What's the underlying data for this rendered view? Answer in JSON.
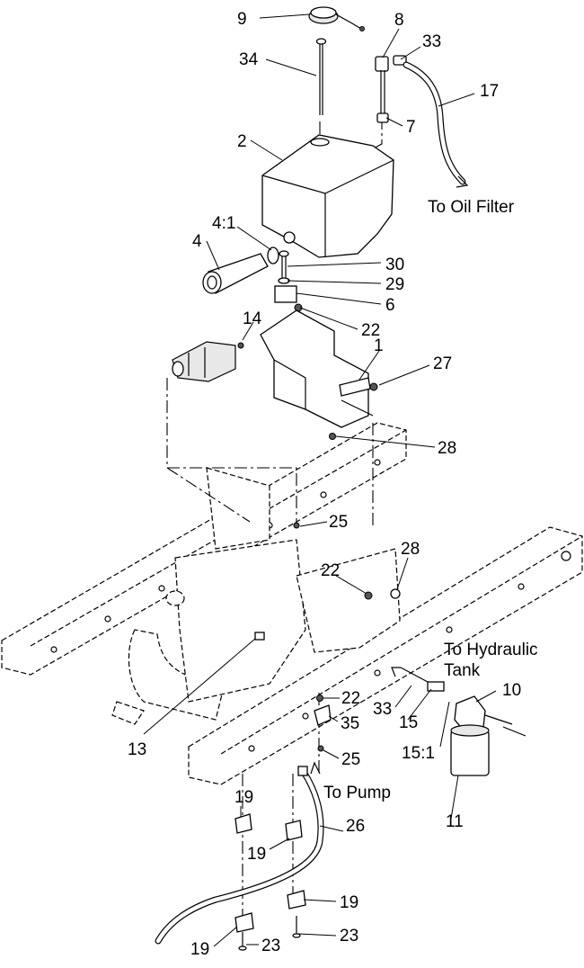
{
  "diagram": {
    "callouts": {
      "c9": "9",
      "c8": "8",
      "c33a": "33",
      "c34": "34",
      "c17": "17",
      "c7": "7",
      "c2": "2",
      "c41": "4:1",
      "c4": "4",
      "c30": "30",
      "c29": "29",
      "c6": "6",
      "c14": "14",
      "c22a": "22",
      "c1": "1",
      "c27": "27",
      "c28a": "28",
      "c25a": "25",
      "c28b": "28",
      "c22b": "22",
      "c10": "10",
      "c13": "13",
      "c33b": "33",
      "c22c": "22",
      "c15": "15",
      "c35": "35",
      "c151": "15:1",
      "c25b": "25",
      "c11": "11",
      "c19a": "19",
      "c26": "26",
      "c19b": "19",
      "c19c": "19",
      "c23a": "23",
      "c19d": "19",
      "c23b": "23"
    },
    "notes": {
      "oil_filter": "To Oil Filter",
      "hyd_tank_1": "To Hydraulic",
      "hyd_tank_2": "Tank",
      "pump": "To Pump"
    }
  }
}
